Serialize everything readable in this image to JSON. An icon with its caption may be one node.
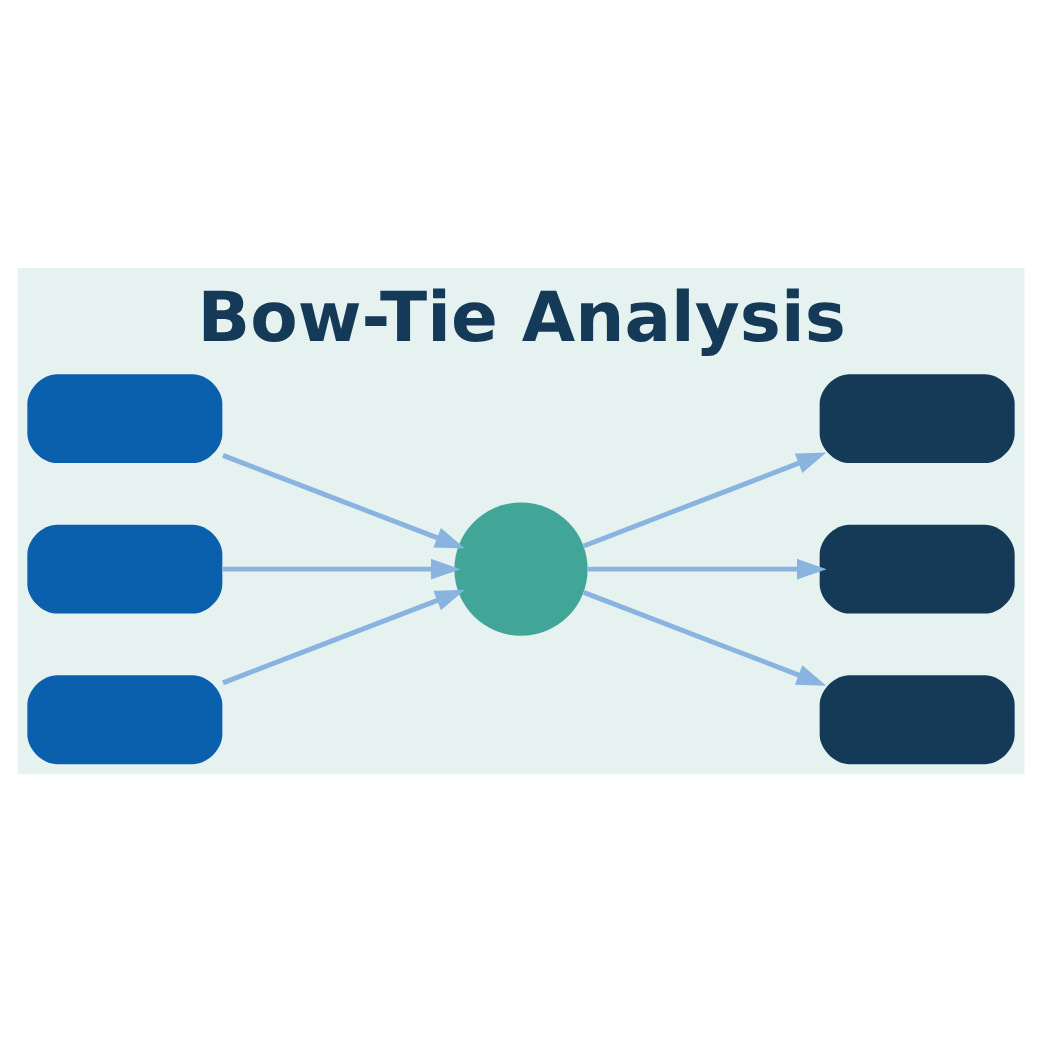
{
  "diagram": {
    "title": "Bow-Tie Analysis",
    "nodes": [
      {
        "text": [],
        "shape": "box"
      },
      {
        "text": [],
        "shape": "box"
      },
      {
        "text": [],
        "shape": "box"
      },
      {
        "text": [],
        "shape": "circle"
      },
      {
        "text": [],
        "shape": "box"
      },
      {
        "text": [],
        "shape": "box"
      },
      {
        "text": [],
        "shape": "box"
      }
    ],
    "edges": [
      {
        "from": 0,
        "to": 3,
        "arrow": "to"
      },
      {
        "from": 1,
        "to": 3,
        "arrow": "to"
      },
      {
        "from": 2,
        "to": 3,
        "arrow": "to"
      },
      {
        "from": 3,
        "to": 4,
        "arrow": "to"
      },
      {
        "from": 3,
        "to": 5,
        "arrow": "to"
      },
      {
        "from": 3,
        "to": 6,
        "arrow": "to"
      }
    ]
  }
}
